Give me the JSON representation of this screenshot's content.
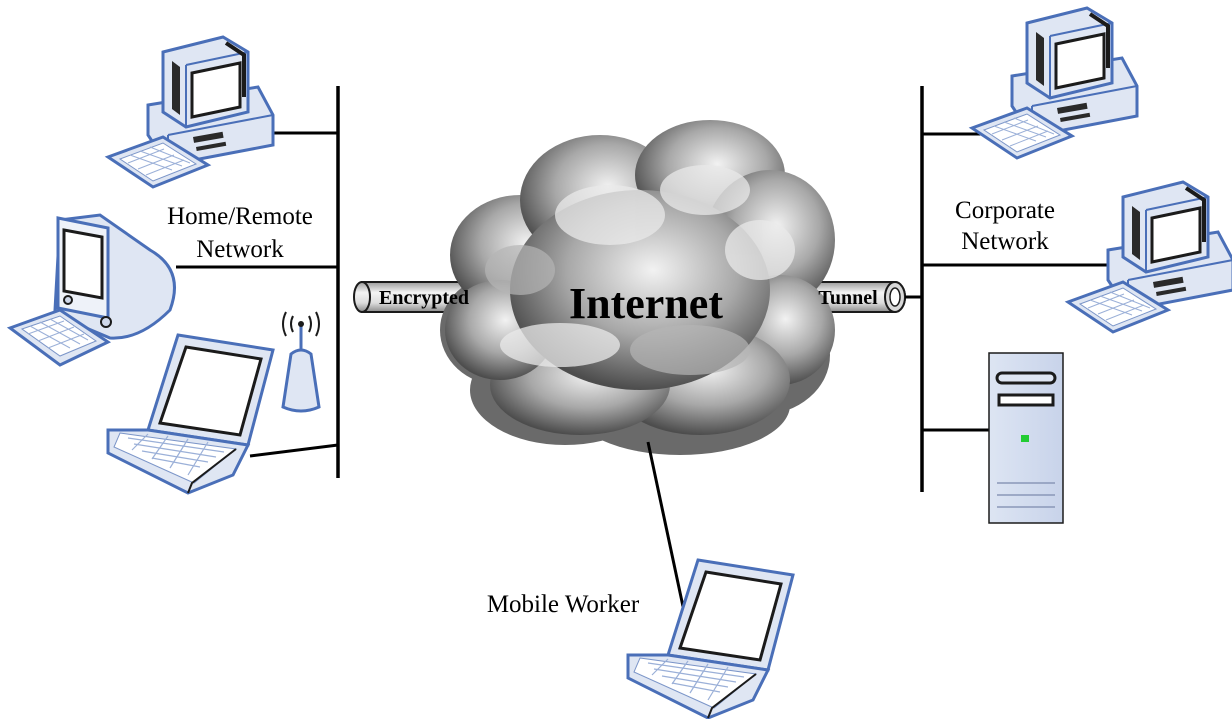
{
  "diagram": {
    "labels": {
      "home_network": [
        "Home/Remote",
        "Network"
      ],
      "corporate_network": [
        "Corporate",
        "Network"
      ],
      "internet": "Internet",
      "encrypted": "Encrypted",
      "tunnel": "Tunnel",
      "mobile_worker": "Mobile Worker"
    },
    "icons": {
      "cloud": "cloud-icon",
      "desktop": "desktop-computer-icon",
      "crt": "crt-monitor-icon",
      "laptop": "laptop-icon",
      "router": "wireless-router-icon",
      "server": "server-tower-icon",
      "tunnel": "encrypted-tunnel-icon"
    },
    "colors": {
      "device_outline": "#4a6fb8",
      "device_fill": "#dfe6f3",
      "cloud_dark": "#5a5a5a",
      "cloud_light": "#d9d9d9",
      "server_led": "#22cc33"
    }
  }
}
